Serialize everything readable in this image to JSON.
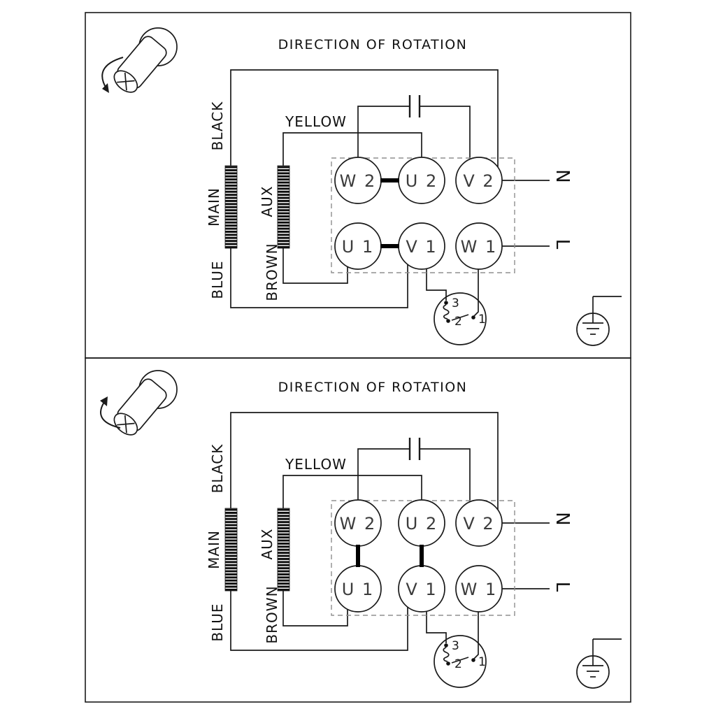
{
  "diagram": {
    "type": "single-phase-motor-wiring",
    "line_color": "#1a1a1a",
    "dashed_box_color": "#8f8f8f",
    "terminal_text_color": "#3c3c3c"
  },
  "panels": [
    {
      "title": "DIRECTION OF ROTATION",
      "rotation_arrow": "down",
      "wire_labels": {
        "black": "BLACK",
        "yellow": "YELLOW",
        "main": "MAIN",
        "aux": "AUX",
        "brown": "BROWN",
        "blue": "BLUE"
      },
      "supply": {
        "neutral": "N",
        "line": "L"
      },
      "terminals": [
        "W 2",
        "U 2",
        "V 2",
        "U 1",
        "V 1",
        "W 1"
      ],
      "terminal_links": [
        "W2-U2",
        "U1-V1"
      ],
      "thermal_switch_pins": [
        "3",
        "2",
        "1"
      ]
    },
    {
      "title": "DIRECTION OF ROTATION",
      "rotation_arrow": "up",
      "wire_labels": {
        "black": "BLACK",
        "yellow": "YELLOW",
        "main": "MAIN",
        "aux": "AUX",
        "brown": "BROWN",
        "blue": "BLUE"
      },
      "supply": {
        "neutral": "N",
        "line": "L"
      },
      "terminals": [
        "W 2",
        "U 2",
        "V 2",
        "U 1",
        "V 1",
        "W 1"
      ],
      "terminal_links": [
        "W2-U1",
        "U2-V1"
      ],
      "thermal_switch_pins": [
        "3",
        "2",
        "1"
      ]
    }
  ]
}
